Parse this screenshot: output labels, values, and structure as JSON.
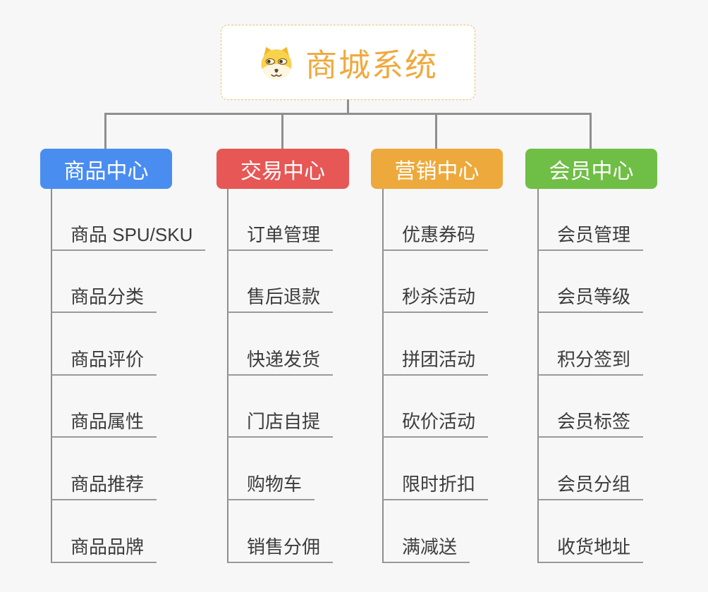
{
  "root": {
    "title": "商城系统",
    "icon": "dog-mascot-icon",
    "accent_color": "#F0A93E",
    "border_color": "#EDBD72"
  },
  "colors": {
    "background": "#F6F7F6",
    "connector_line": "#8F8F8F",
    "leaf_underline": "#9A9A9A",
    "leaf_text": "#3C3C3C"
  },
  "branches": [
    {
      "label": "商品中心",
      "color": "#4A8DF0",
      "items": [
        "商品 SPU/SKU",
        "商品分类",
        "商品评价",
        "商品属性",
        "商品推荐",
        "商品品牌"
      ]
    },
    {
      "label": "交易中心",
      "color": "#E65755",
      "items": [
        "订单管理",
        "售后退款",
        "快递发货",
        "门店自提",
        "购物车",
        "销售分佣"
      ]
    },
    {
      "label": "营销中心",
      "color": "#EDA93B",
      "items": [
        "优惠券码",
        "秒杀活动",
        "拼团活动",
        "砍价活动",
        "限时折扣",
        "满减送"
      ]
    },
    {
      "label": "会员中心",
      "color": "#6FBE45",
      "items": [
        "会员管理",
        "会员等级",
        "积分签到",
        "会员标签",
        "会员分组",
        "收货地址"
      ]
    }
  ]
}
